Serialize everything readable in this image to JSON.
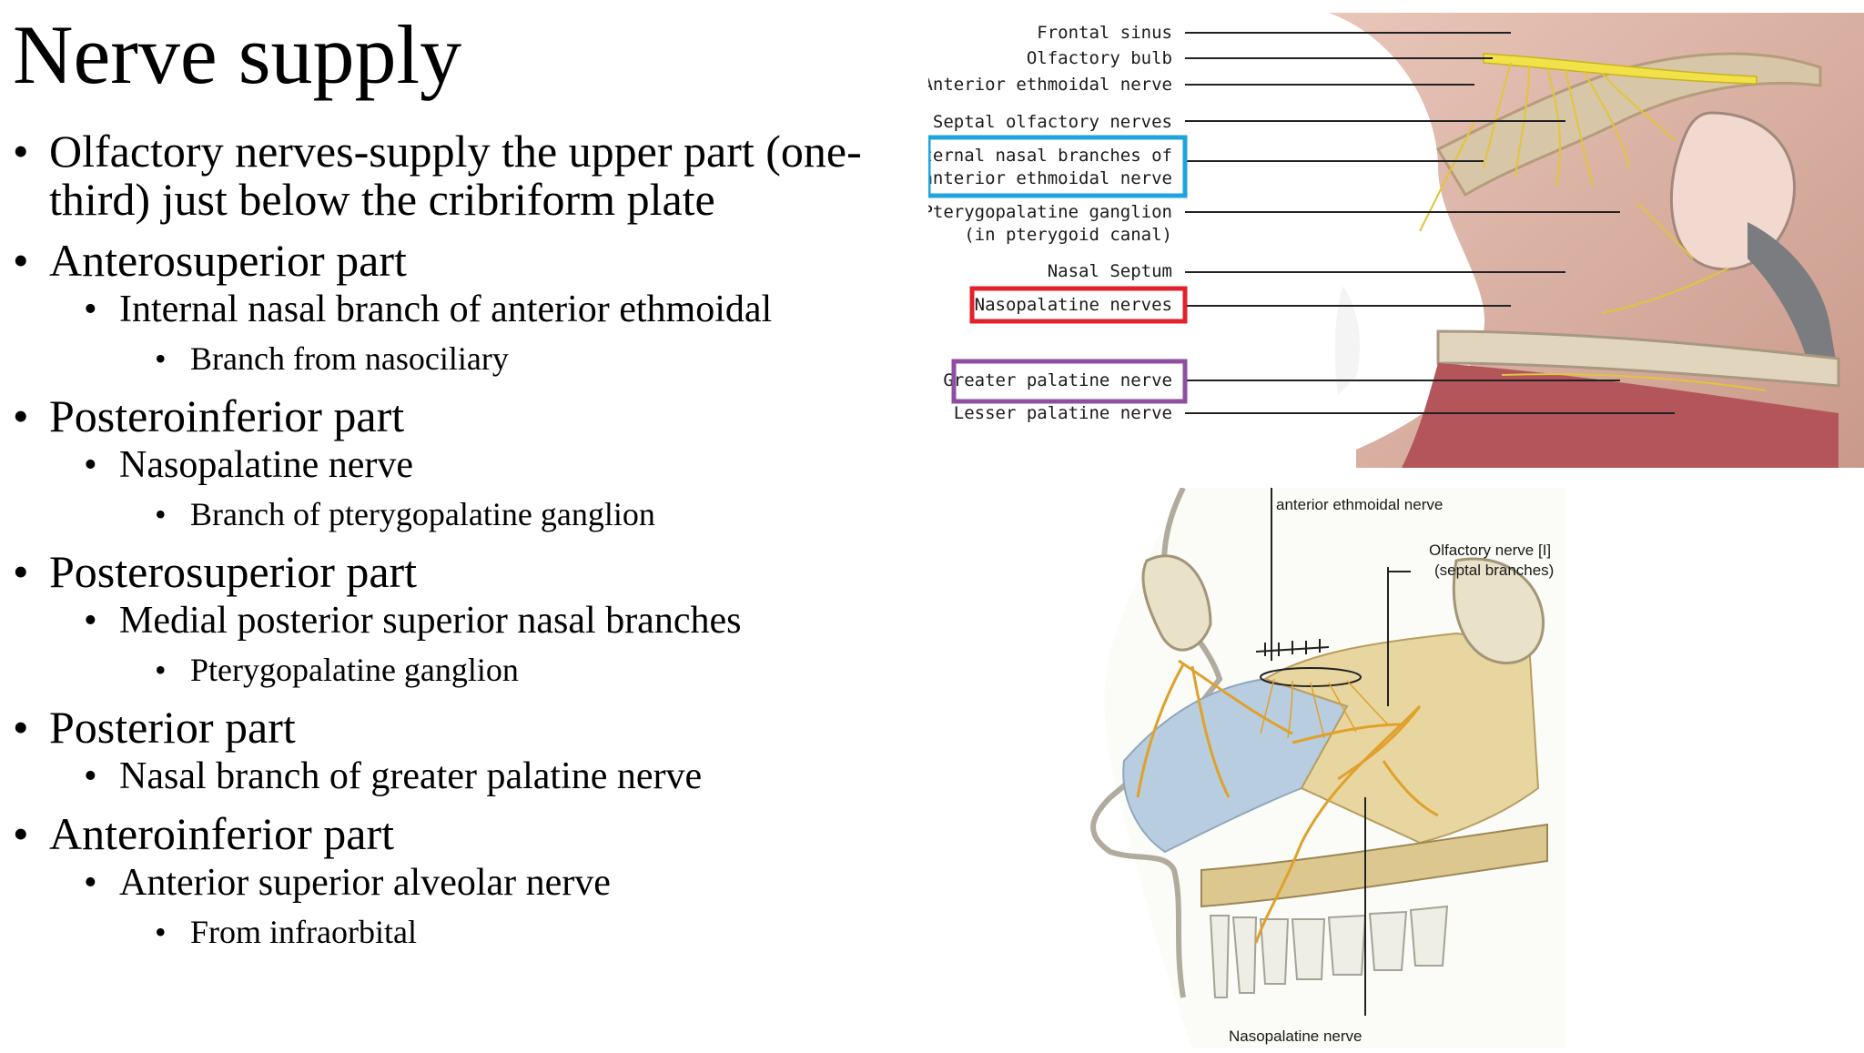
{
  "slide": {
    "title": "Nerve supply",
    "bullets": [
      {
        "text": "Olfactory nerves-supply the upper part (one-third) just below the cribriform plate"
      },
      {
        "text": "Anterosuperior part",
        "sub": "Internal nasal branch of anterior ethmoidal",
        "subsub": "Branch from nasociliary"
      },
      {
        "text": "Posteroinferior part",
        "sub": "Nasopalatine nerve",
        "subsub": "Branch of pterygopalatine ganglion"
      },
      {
        "text": "Posterosuperior part",
        "sub": "Medial posterior superior nasal branches",
        "subsub": "Pterygopalatine ganglion"
      },
      {
        "text": "Posterior part",
        "sub": "Nasal branch of greater palatine nerve"
      },
      {
        "text": "Anteroinferior part",
        "sub": "Anterior superior alveolar nerve",
        "subsub": "From infraorbital"
      }
    ],
    "bullet_char": "•"
  },
  "figure_top": {
    "labels": [
      "Frontal sinus",
      "Olfactory bulb",
      "Anterior ethmoidal nerve",
      "Septal olfactory nerves",
      "Internal nasal branches of",
      "anterior ethmoidal nerve",
      "Pterygopalatine ganglion",
      "(in pterygoid canal)",
      "Nasal Septum",
      "Nasopalatine nerves",
      "Greater palatine nerve",
      "Lesser palatine nerve"
    ],
    "highlight_colors": {
      "blue": "#1fa3dc",
      "red": "#e3212b",
      "purple": "#8e4fa3"
    }
  },
  "figure_bottom": {
    "labels": {
      "top_left": "anterior ethmoidal nerve",
      "olfactory_line1": "Olfactory nerve [I]",
      "olfactory_line2": "(septal branches)",
      "bottom": "Nasopalatine nerve"
    }
  }
}
